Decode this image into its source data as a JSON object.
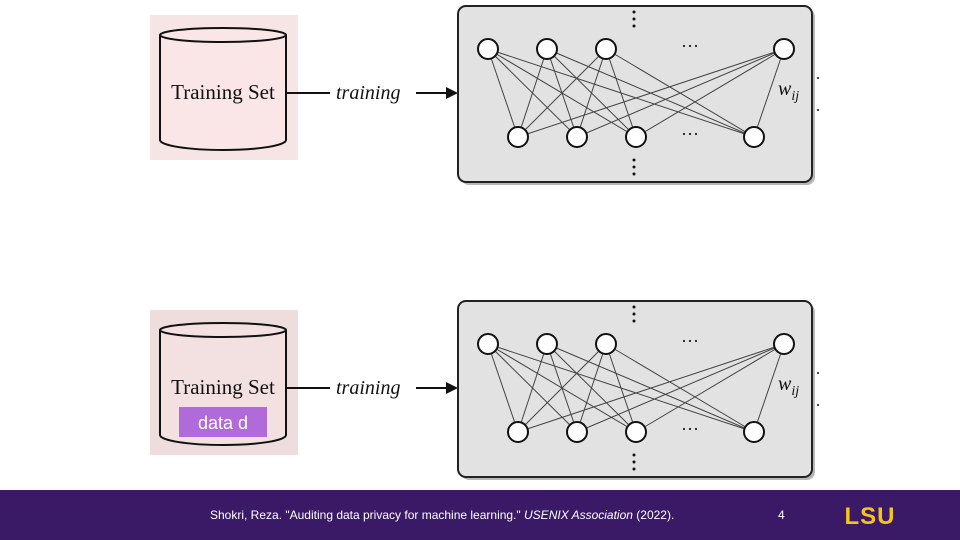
{
  "panels": [
    {
      "database_label": "Training Set",
      "arrow_label": "training",
      "weight_label": "w",
      "weight_subscript": "ij",
      "ellipsis": "···",
      "highlight_label": "",
      "db_fill": "#fae6e6",
      "db_bg": "#f7e4e4"
    },
    {
      "database_label": "Training Set",
      "arrow_label": "training",
      "weight_label": "w",
      "weight_subscript": "ij",
      "ellipsis": "···",
      "highlight_label": "data d",
      "db_fill": "#f3e0e0",
      "db_bg": "#efdcdc",
      "highlight_color": "#b06ad9"
    }
  ],
  "footer": {
    "citation_prefix": "Shokri, Reza. \"Auditing data privacy for machine learning.\" ",
    "citation_venue": "USENIX Association",
    "citation_suffix": " (2022).",
    "page_number": "4",
    "logo_text": "LSU",
    "background": "#3a1a66",
    "logo_color": "#f5c518"
  }
}
